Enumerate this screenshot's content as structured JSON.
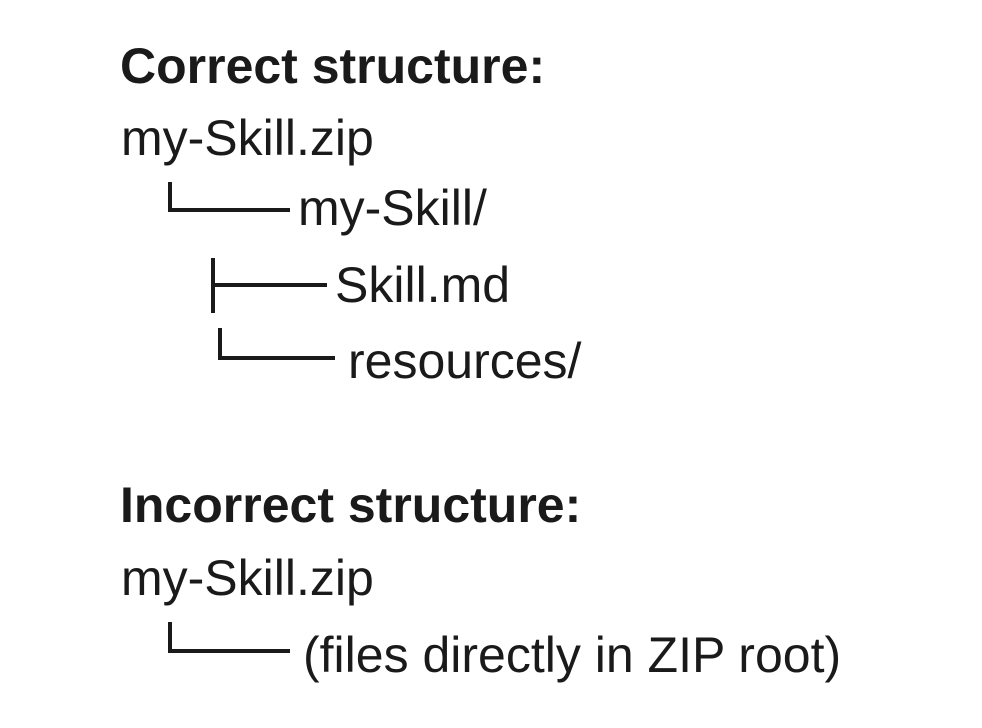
{
  "page": {
    "background": "#ffffff",
    "text_color": "#1a1a1a"
  },
  "sections": [
    {
      "heading": "Correct structure:",
      "root": "my-Skill.zip",
      "tree": [
        {
          "connector": "elbow",
          "glyph": "└──",
          "label": "my-Skill/"
        },
        {
          "connector": "tee",
          "glyph": "├──",
          "label": "Skill.md"
        },
        {
          "connector": "elbow",
          "glyph": "└──",
          "label": "resources/"
        }
      ]
    },
    {
      "heading": "Incorrect structure:",
      "root": "my-Skill.zip",
      "tree": [
        {
          "connector": "elbow",
          "glyph": "└──",
          "label": "(files directly in ZIP root)"
        }
      ]
    }
  ]
}
